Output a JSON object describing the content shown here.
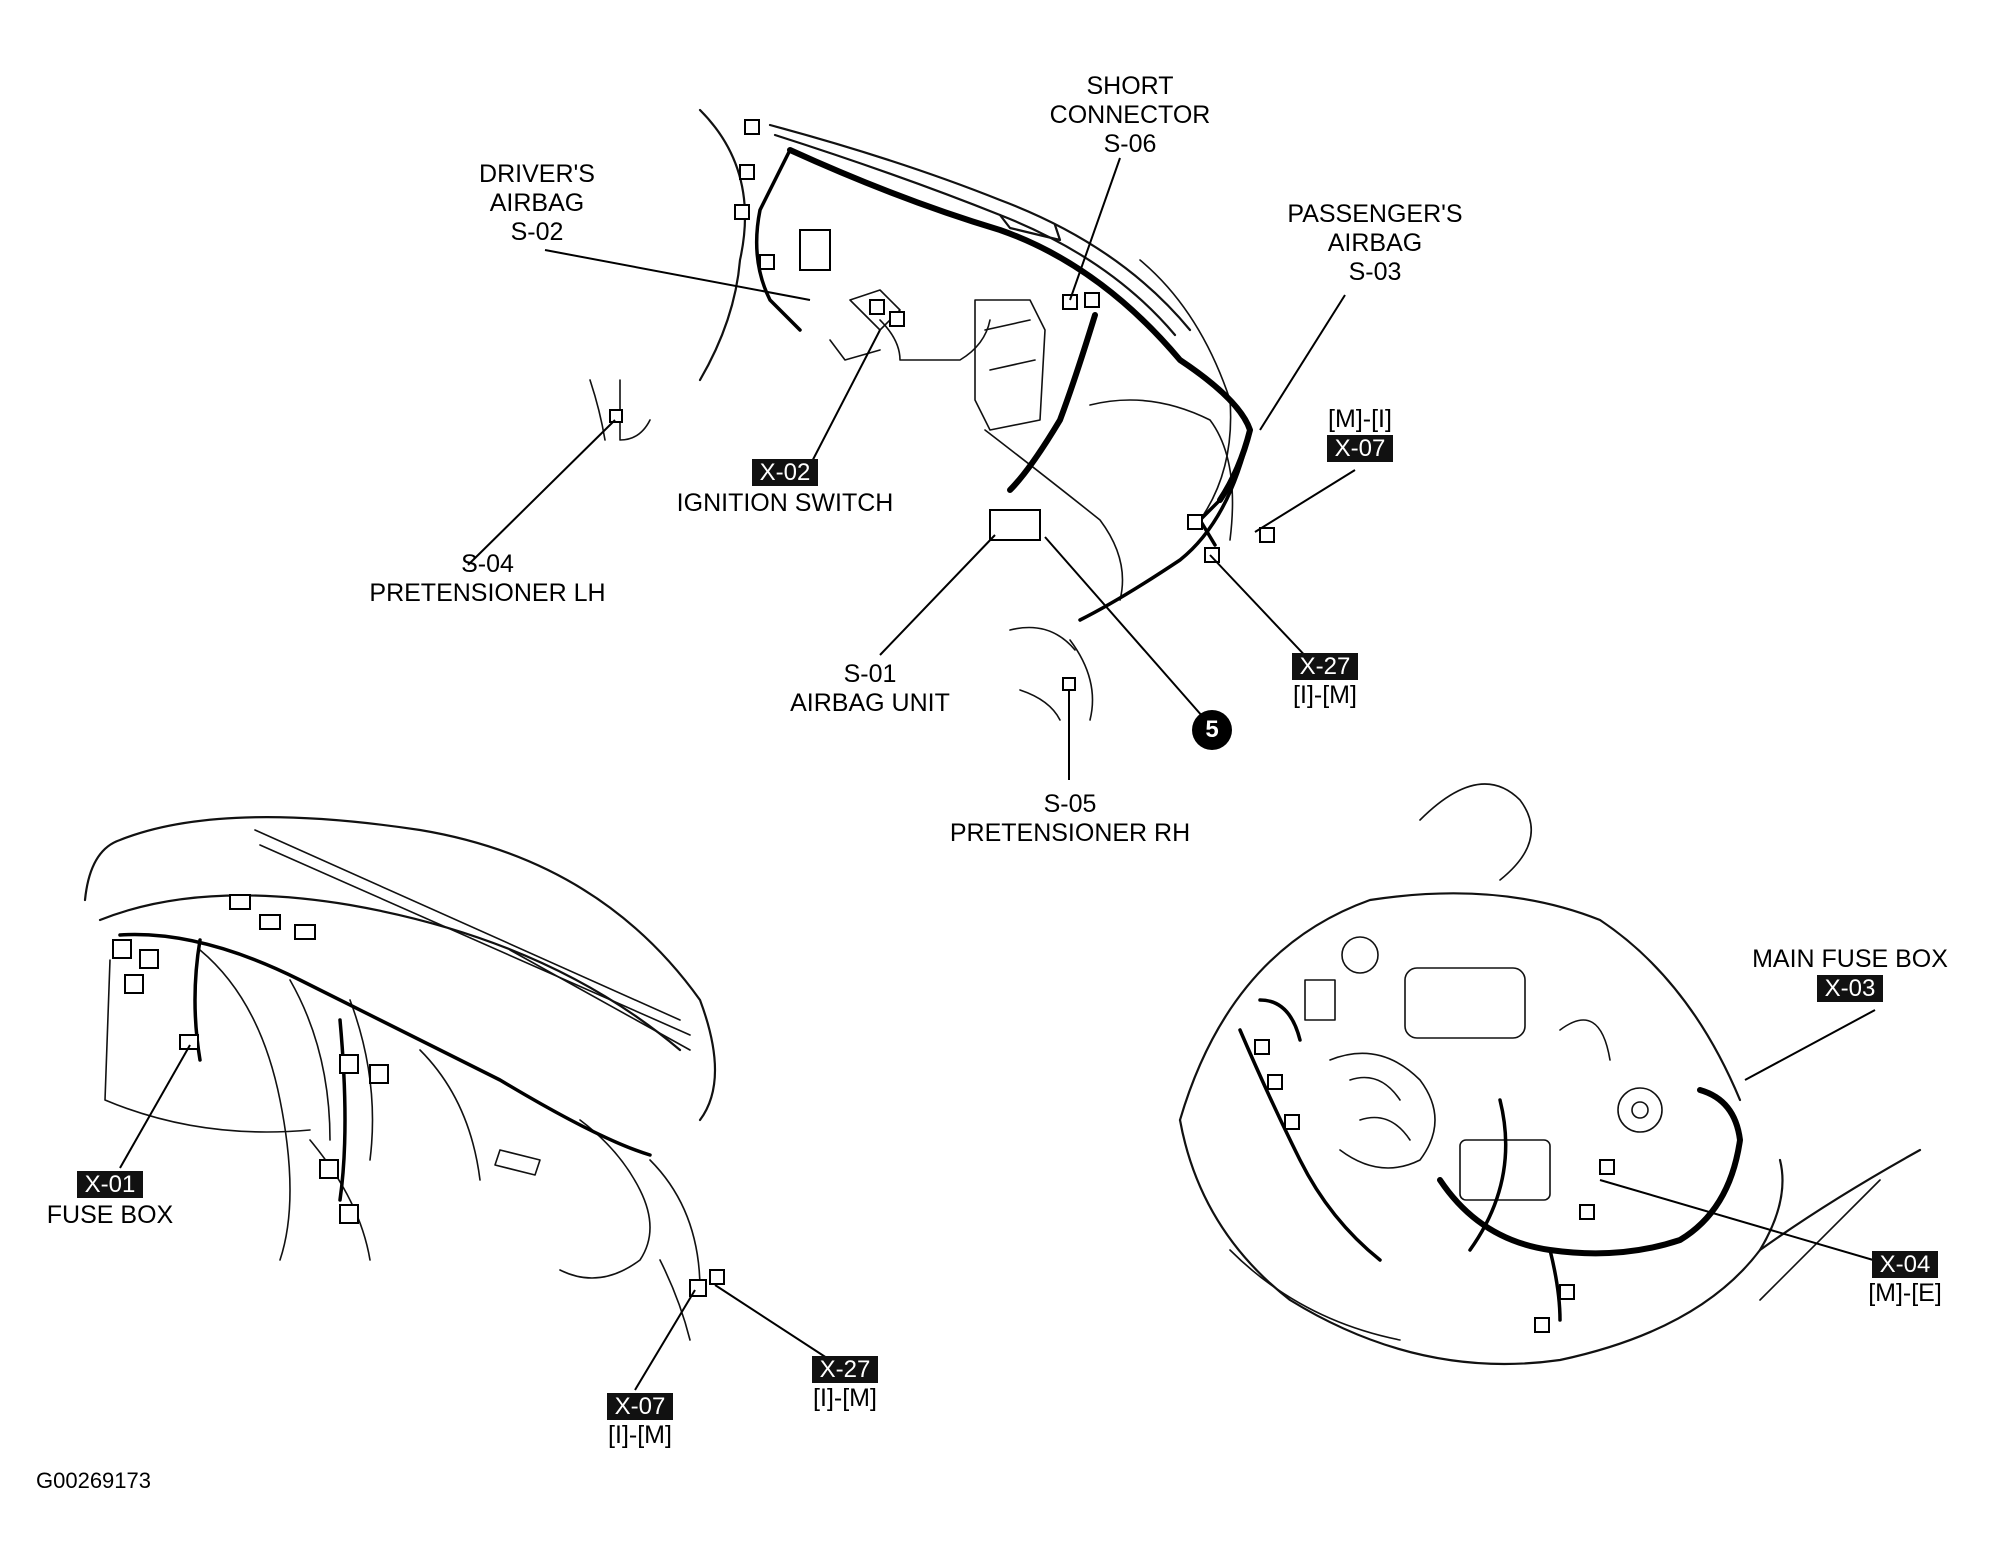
{
  "callouts": {
    "drivers_airbag": {
      "line1": "DRIVER'S",
      "line2": "AIRBAG",
      "code": "S-02"
    },
    "short_connector": {
      "line1": "SHORT",
      "line2": "CONNECTOR",
      "code": "S-06"
    },
    "passengers_airbag": {
      "line1": "PASSENGER'S",
      "line2": "AIRBAG",
      "code": "S-03"
    },
    "x07_top": {
      "pins": "[M]-[I]",
      "code": "X-07"
    },
    "ignition_switch": {
      "code": "X-02",
      "name": "IGNITION SWITCH"
    },
    "pretensioner_lh": {
      "code": "S-04",
      "name": "PRETENSIONER LH"
    },
    "airbag_unit": {
      "code": "S-01",
      "name": "AIRBAG UNIT"
    },
    "x27_top": {
      "code": "X-27",
      "pins": "[I]-[M]"
    },
    "circle_marker": "5",
    "pretensioner_rh": {
      "code": "S-05",
      "name": "PRETENSIONER RH"
    },
    "fuse_box": {
      "code": "X-01",
      "name": "FUSE BOX"
    },
    "x07_bottom": {
      "code": "X-07",
      "pins": "[I]-[M]"
    },
    "x27_bottom": {
      "code": "X-27",
      "pins": "[I]-[M]"
    },
    "main_fuse_box": {
      "name": "MAIN FUSE BOX",
      "code": "X-03"
    },
    "x04": {
      "code": "X-04",
      "pins": "[M]-[E]"
    }
  },
  "figure_id": "G00269173"
}
